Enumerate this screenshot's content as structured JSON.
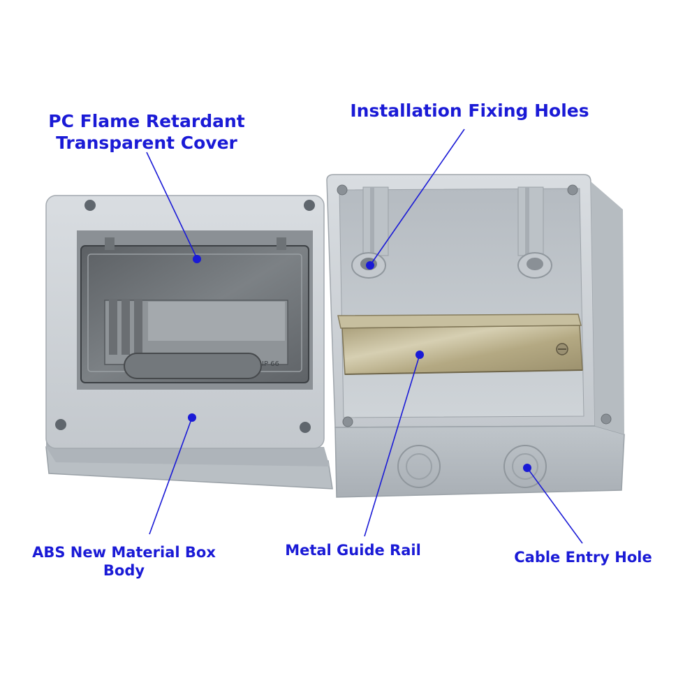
{
  "labels": {
    "cover": {
      "line1": "PC Flame Retardant",
      "line2": "Transparent Cover"
    },
    "holes": {
      "line1": "Installation Fixing Holes"
    },
    "body": {
      "line1": "ABS New Material Box",
      "line2": "Body"
    },
    "rail": {
      "line1": "Metal Guide Rail"
    },
    "cable": {
      "line1": "Cable Entry Hole"
    }
  },
  "product_marks": {
    "ip_rating": "IP 66"
  },
  "colors": {
    "label_text": "#1a1ad6",
    "leader_line": "#1a1ad6",
    "box_plastic": "#c9ced3",
    "cover_tint": "#6f7376",
    "rail_metal": "#b8ad8a"
  }
}
